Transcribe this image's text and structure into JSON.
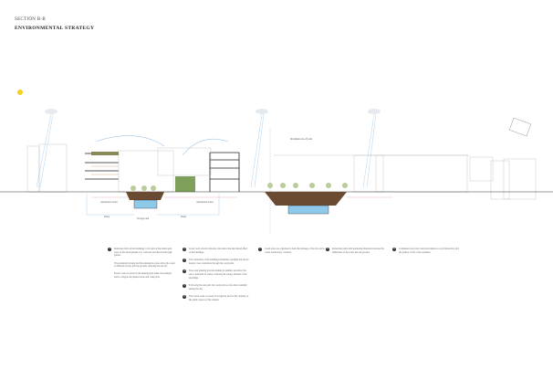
{
  "header": {
    "section": "SECTION B-B",
    "title": "ENVIRONMENTAL STRATEGY"
  },
  "labels": {
    "attenuation_left": "Attenuation zones",
    "attenuation_right": "Attenuation zones",
    "storage_tank": "Storage tank",
    "pump_left": "Pump",
    "pump_right": "Pump",
    "distance": "Maximum run-off path"
  },
  "columns": [
    {
      "items": [
        {
          "n": "1",
          "text": "Rainwater falls on the buildings' roofs and on the landscaped areas of the development; it is collected and directed through gutters."
        }
      ],
      "paras": [
        "The permeable paving and the attenuation zones allow the water to infiltrate slowly into the ground, reducing the run-off.",
        "Excess water is stored in the underground tanks and pumped back to irrigate the planted areas and courtyards."
      ]
    },
    {
      "items": [
        {
          "n": "2",
          "text": "Green roofs absorb rainwater and reduce the heat island effect of the buildings."
        },
        {
          "n": "3",
          "text": "The orientation of the buildings maximises daylight and allows natural cross ventilation through the courtyards."
        },
        {
          "n": "4",
          "text": "Trees and planting provide shading in summer and allow the sun to penetrate in winter, reducing the energy demand of the dwellings."
        },
        {
          "n": "5",
          "text": "Following the sun path, the courtyards receive direct sunlight during the day."
        },
        {
          "n": "6",
          "text": "The stored water is reused for irrigation and for the cleaning of the public spaces of the scheme."
        }
      ]
    },
    {
      "items": [
        {
          "n": "7",
          "text": "Green areas are organised to help the drainage of the site and to create biodiversity corridors."
        }
      ]
    },
    {
      "items": [
        {
          "n": "8",
          "text": "Pedestrian paths with permeable materials increase the infiltration of the water into the ground."
        }
      ]
    },
    {
      "items": [
        {
          "n": "9",
          "text": "Communal areas and courtyards improve social interaction and the quality of life of the residents."
        }
      ]
    }
  ]
}
